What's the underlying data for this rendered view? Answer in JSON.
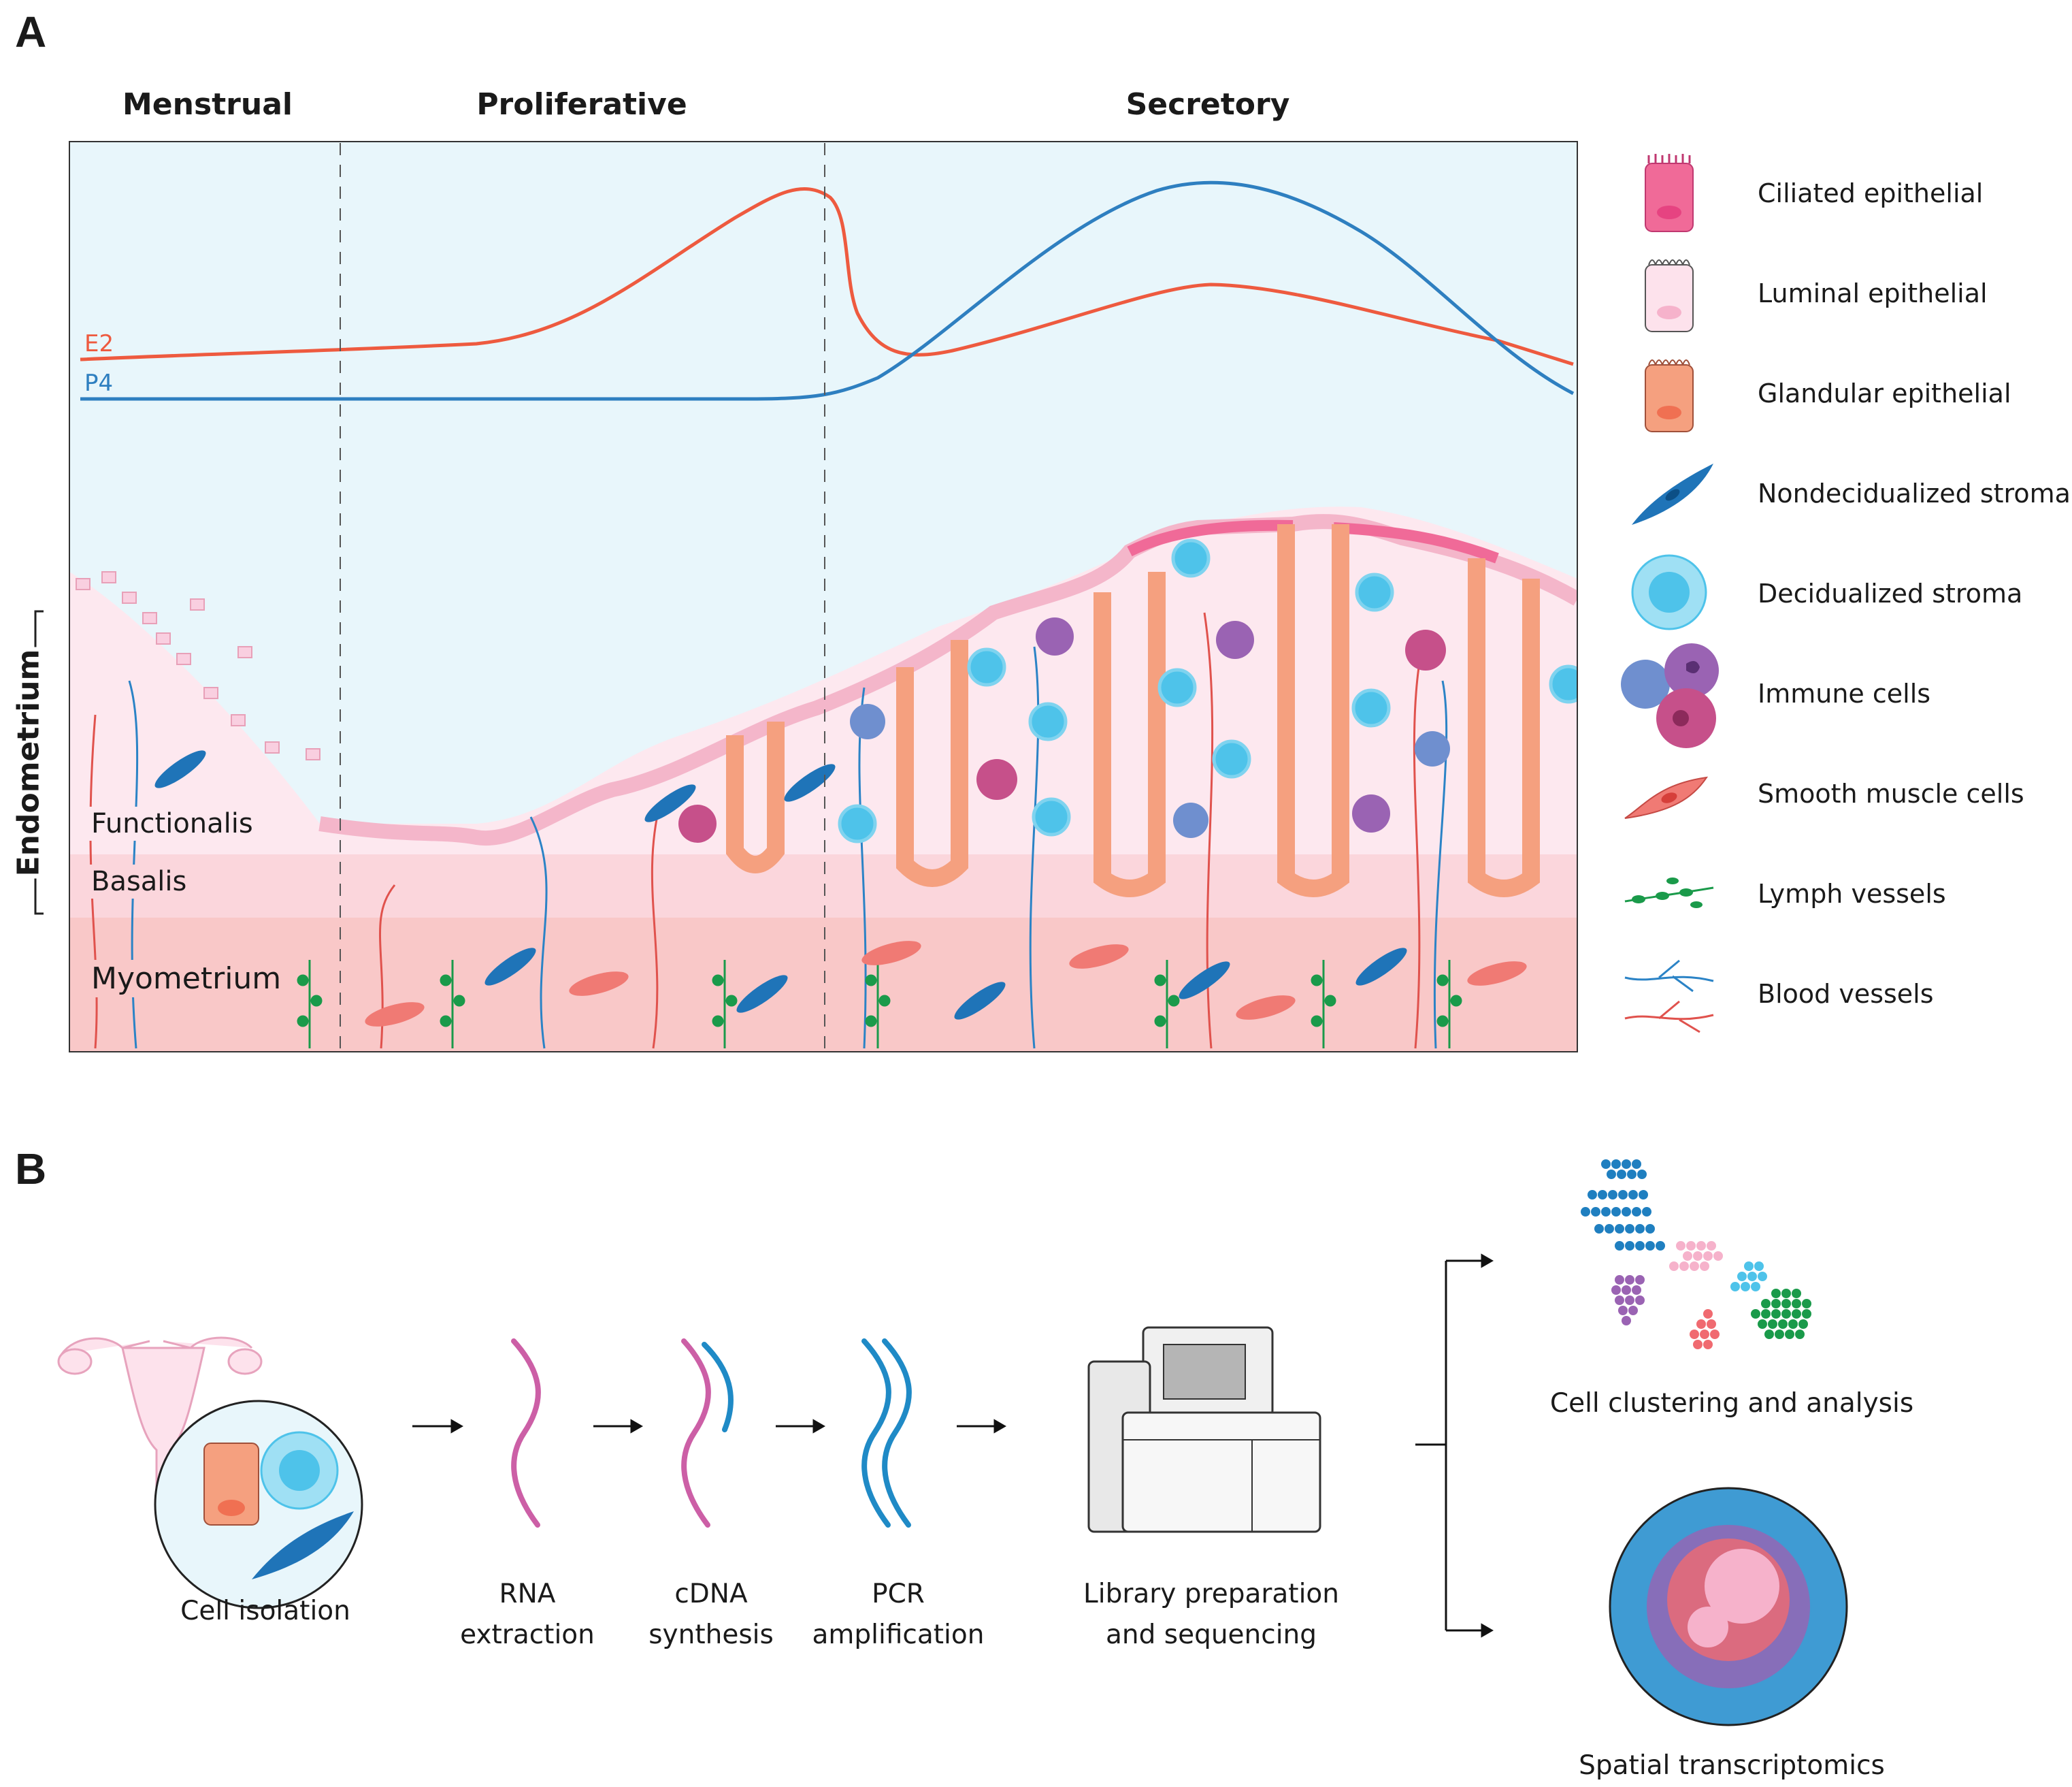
{
  "panel_a": {
    "letter": "A",
    "phases": [
      "Menstrual",
      "Proliferative",
      "Secretory"
    ],
    "curves": {
      "e2_label": "E2",
      "p4_label": "P4",
      "e2_color": "#ee5a3f",
      "p4_color": "#2e7fc0"
    },
    "side_label": "Endometrium",
    "layers": [
      "Functionalis",
      "Basalis",
      "Myometrium"
    ]
  },
  "legend": [
    {
      "label": "Ciliated epithelial",
      "icon": "ciliated-epithelial-icon"
    },
    {
      "label": "Luminal epithelial",
      "icon": "luminal-epithelial-icon"
    },
    {
      "label": "Glandular epithelial",
      "icon": "glandular-epithelial-icon"
    },
    {
      "label": "Nondecidualized stroma",
      "icon": "nondecidualized-stroma-icon"
    },
    {
      "label": "Decidualized stroma",
      "icon": "decidualized-stroma-icon"
    },
    {
      "label": "Immune cells",
      "icon": "immune-cells-icon"
    },
    {
      "label": "Smooth muscle cells",
      "icon": "smooth-muscle-icon"
    },
    {
      "label": "Lymph vessels",
      "icon": "lymph-vessels-icon"
    },
    {
      "label": "Blood vessels",
      "icon": "blood-vessels-icon"
    }
  ],
  "panel_b": {
    "letter": "B",
    "steps": {
      "cell_isolation": "Cell isolation",
      "rna_1": "RNA",
      "rna_2": "extraction",
      "cdna_1": "cDNA",
      "cdna_2": "synthesis",
      "pcr_1": "PCR",
      "pcr_2": "amplification",
      "lib_1": "Library preparation",
      "lib_2": "and sequencing"
    },
    "outputs": {
      "clustering": "Cell clustering and analysis",
      "spatial": "Spatial transcriptomics"
    }
  },
  "colors": {
    "sky": "#e8f6fb",
    "functionalis": "#fde8ef",
    "basalis": "#fbd6dc",
    "myometrium": "#f9c8c8",
    "ciliated": "#f06a98",
    "luminal": "#f9cfe0",
    "glandular": "#f5a07f",
    "stroma": "#1f74b8",
    "decidual": "#4ec3ea",
    "immune_purple": "#9a63b3",
    "immune_blue": "#6f8fcf",
    "immune_pink": "#c6508a",
    "smooth_muscle": "#f07a74",
    "lymph": "#1a9a4a",
    "blood_blue": "#2b83c6",
    "blood_red": "#e0524d"
  }
}
